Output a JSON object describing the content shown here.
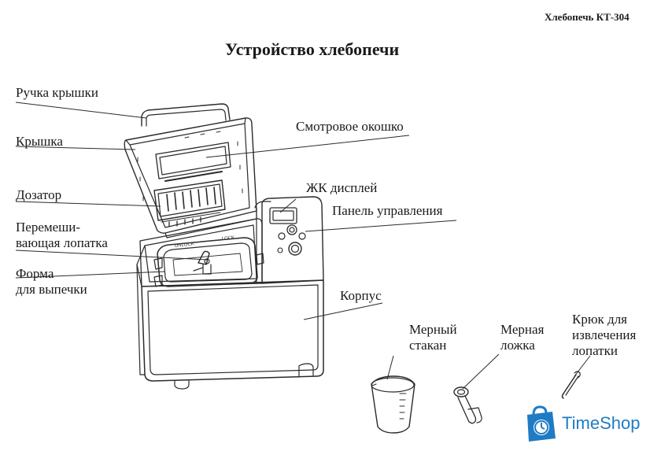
{
  "header": {
    "model": "Хлебопечь КТ-304",
    "title": "Устройство хлебопечи"
  },
  "labels": {
    "lid_handle": "Ручка крышки",
    "lid": "Крышка",
    "dispenser": "Дозатор",
    "paddle": "Перемеши-\nвающая лопатка",
    "pan": "Форма\nдля выпечки",
    "window": "Смотровое окошко",
    "lcd": "ЖК дисплей",
    "control_panel": "Панель управления",
    "body": "Корпус",
    "measuring_cup": "Мерный\nстакан",
    "measuring_spoon": "Мерная\nложка",
    "hook": "Крюк для\nизвлечения\nлопатки"
  },
  "pan_marks": {
    "unlock": "UNLOCK",
    "lock": "LOCK"
  },
  "brand": {
    "name": "TimeShop",
    "color": "#1f7cc4"
  }
}
